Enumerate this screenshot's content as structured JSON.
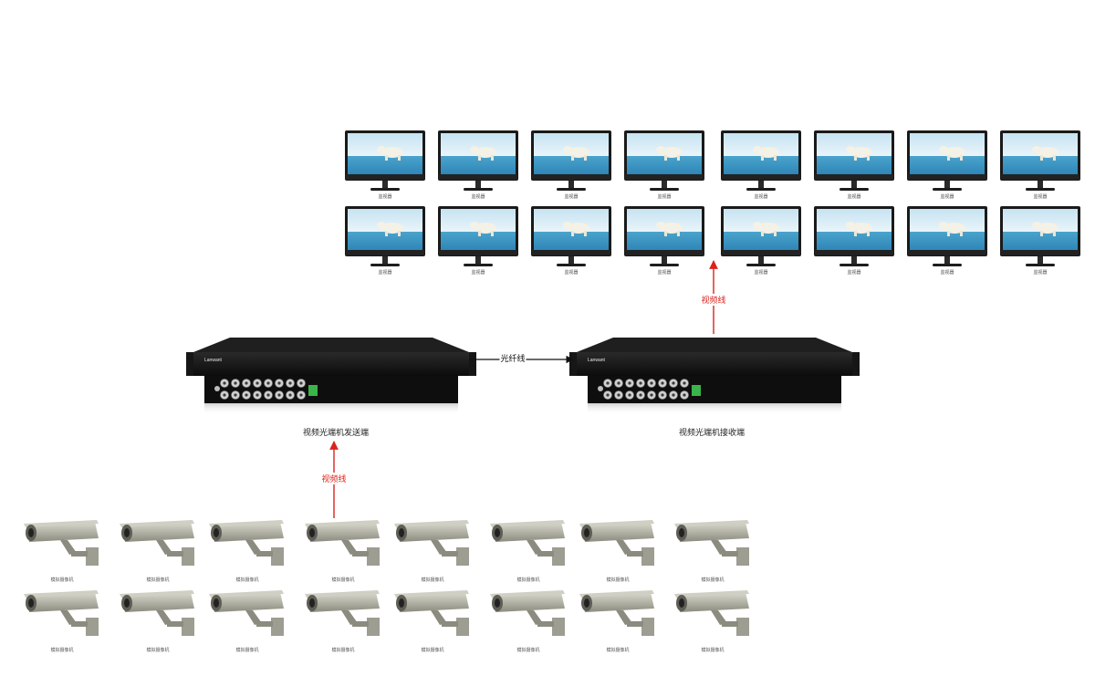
{
  "colors": {
    "fiber": "#111111",
    "video": "#d9241c",
    "device": "#151515",
    "screen_sky": "#8fc6e4",
    "screen_sea": "#3e9cc7",
    "camera_body": "#b9b9ae"
  },
  "icons": {
    "monitor": "lcd-monitor-icon",
    "camera": "box-camera-icon",
    "transceiver": "rack-fiber-transceiver-icon"
  },
  "monitors": {
    "count": 16,
    "label": "监视器"
  },
  "cameras": {
    "count": 16,
    "label": "模拟摄像机"
  },
  "transmitter": {
    "brand": "Lanwant",
    "label": "视频光端机发送端"
  },
  "receiver": {
    "brand": "Lanwant",
    "label": "视频光端机接收端"
  },
  "links": {
    "fiber_label": "光纤线",
    "video_out_label": "视频线",
    "video_in_label": "视频线"
  }
}
